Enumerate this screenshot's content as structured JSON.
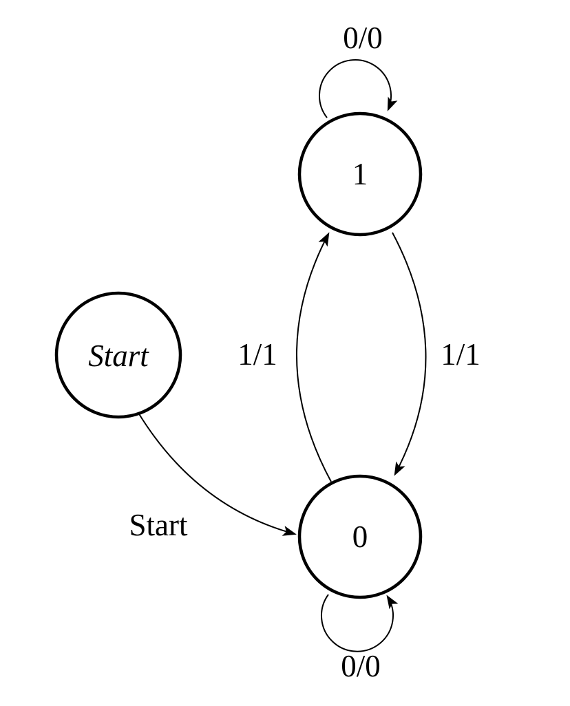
{
  "diagram": {
    "type": "state-machine",
    "background_color": "#ffffff",
    "line_color": "#000000",
    "text_color": "#000000",
    "states": [
      {
        "id": "start",
        "label": "Start",
        "shape": "circle",
        "style": "italic"
      },
      {
        "id": "one",
        "label": "1",
        "shape": "circle",
        "style": "normal"
      },
      {
        "id": "zero",
        "label": "0",
        "shape": "circle",
        "style": "normal"
      }
    ],
    "transitions": [
      {
        "from": "Start",
        "to": "0",
        "label": "Start",
        "kind": "curve"
      },
      {
        "from": "1",
        "to": "1",
        "label": "0/0",
        "kind": "self-loop-top"
      },
      {
        "from": "0",
        "to": "0",
        "label": "0/0",
        "kind": "self-loop-bottom"
      },
      {
        "from": "0",
        "to": "1",
        "label": "1/1",
        "kind": "curve-left"
      },
      {
        "from": "1",
        "to": "0",
        "label": "1/1",
        "kind": "curve-right"
      }
    ]
  }
}
